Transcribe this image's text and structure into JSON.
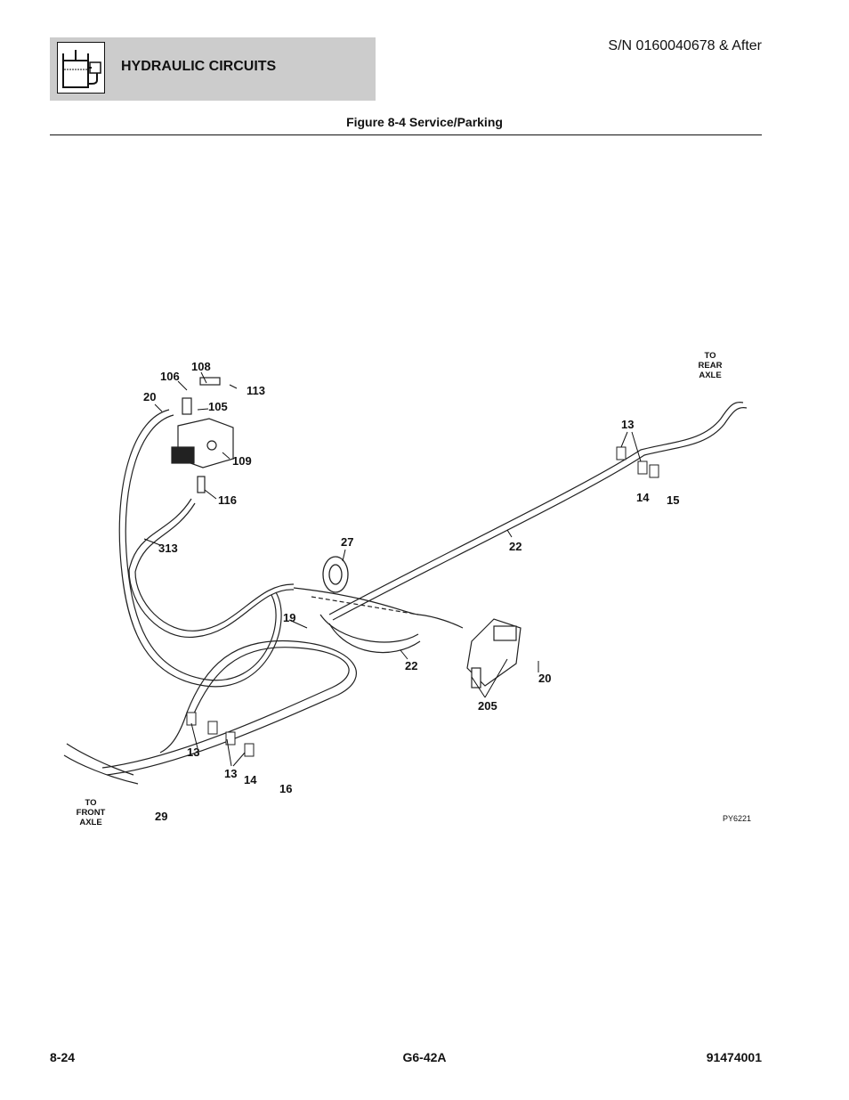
{
  "header": {
    "section_title": "HYDRAULIC CIRCUITS",
    "serial": "S/N 0160040678 & After",
    "icon": "hydraulic-reservoir-icon"
  },
  "figure": {
    "title": "Figure 8-4 Service/Parking",
    "callouts": [
      "106",
      "108",
      "20",
      "113",
      "105",
      "109",
      "116",
      "313",
      "27",
      "22",
      "19",
      "22",
      "20",
      "205",
      "13",
      "14",
      "15",
      "13",
      "13",
      "14",
      "16",
      "29"
    ],
    "notes": {
      "rear_axle": [
        "TO",
        "REAR",
        "AXLE"
      ],
      "front_axle": [
        "TO",
        "FRONT",
        "AXLE"
      ]
    },
    "drawing_code": "PY6221"
  },
  "footer": {
    "page": "8-24",
    "model": "G6-42A",
    "doc_number": "91474001"
  }
}
